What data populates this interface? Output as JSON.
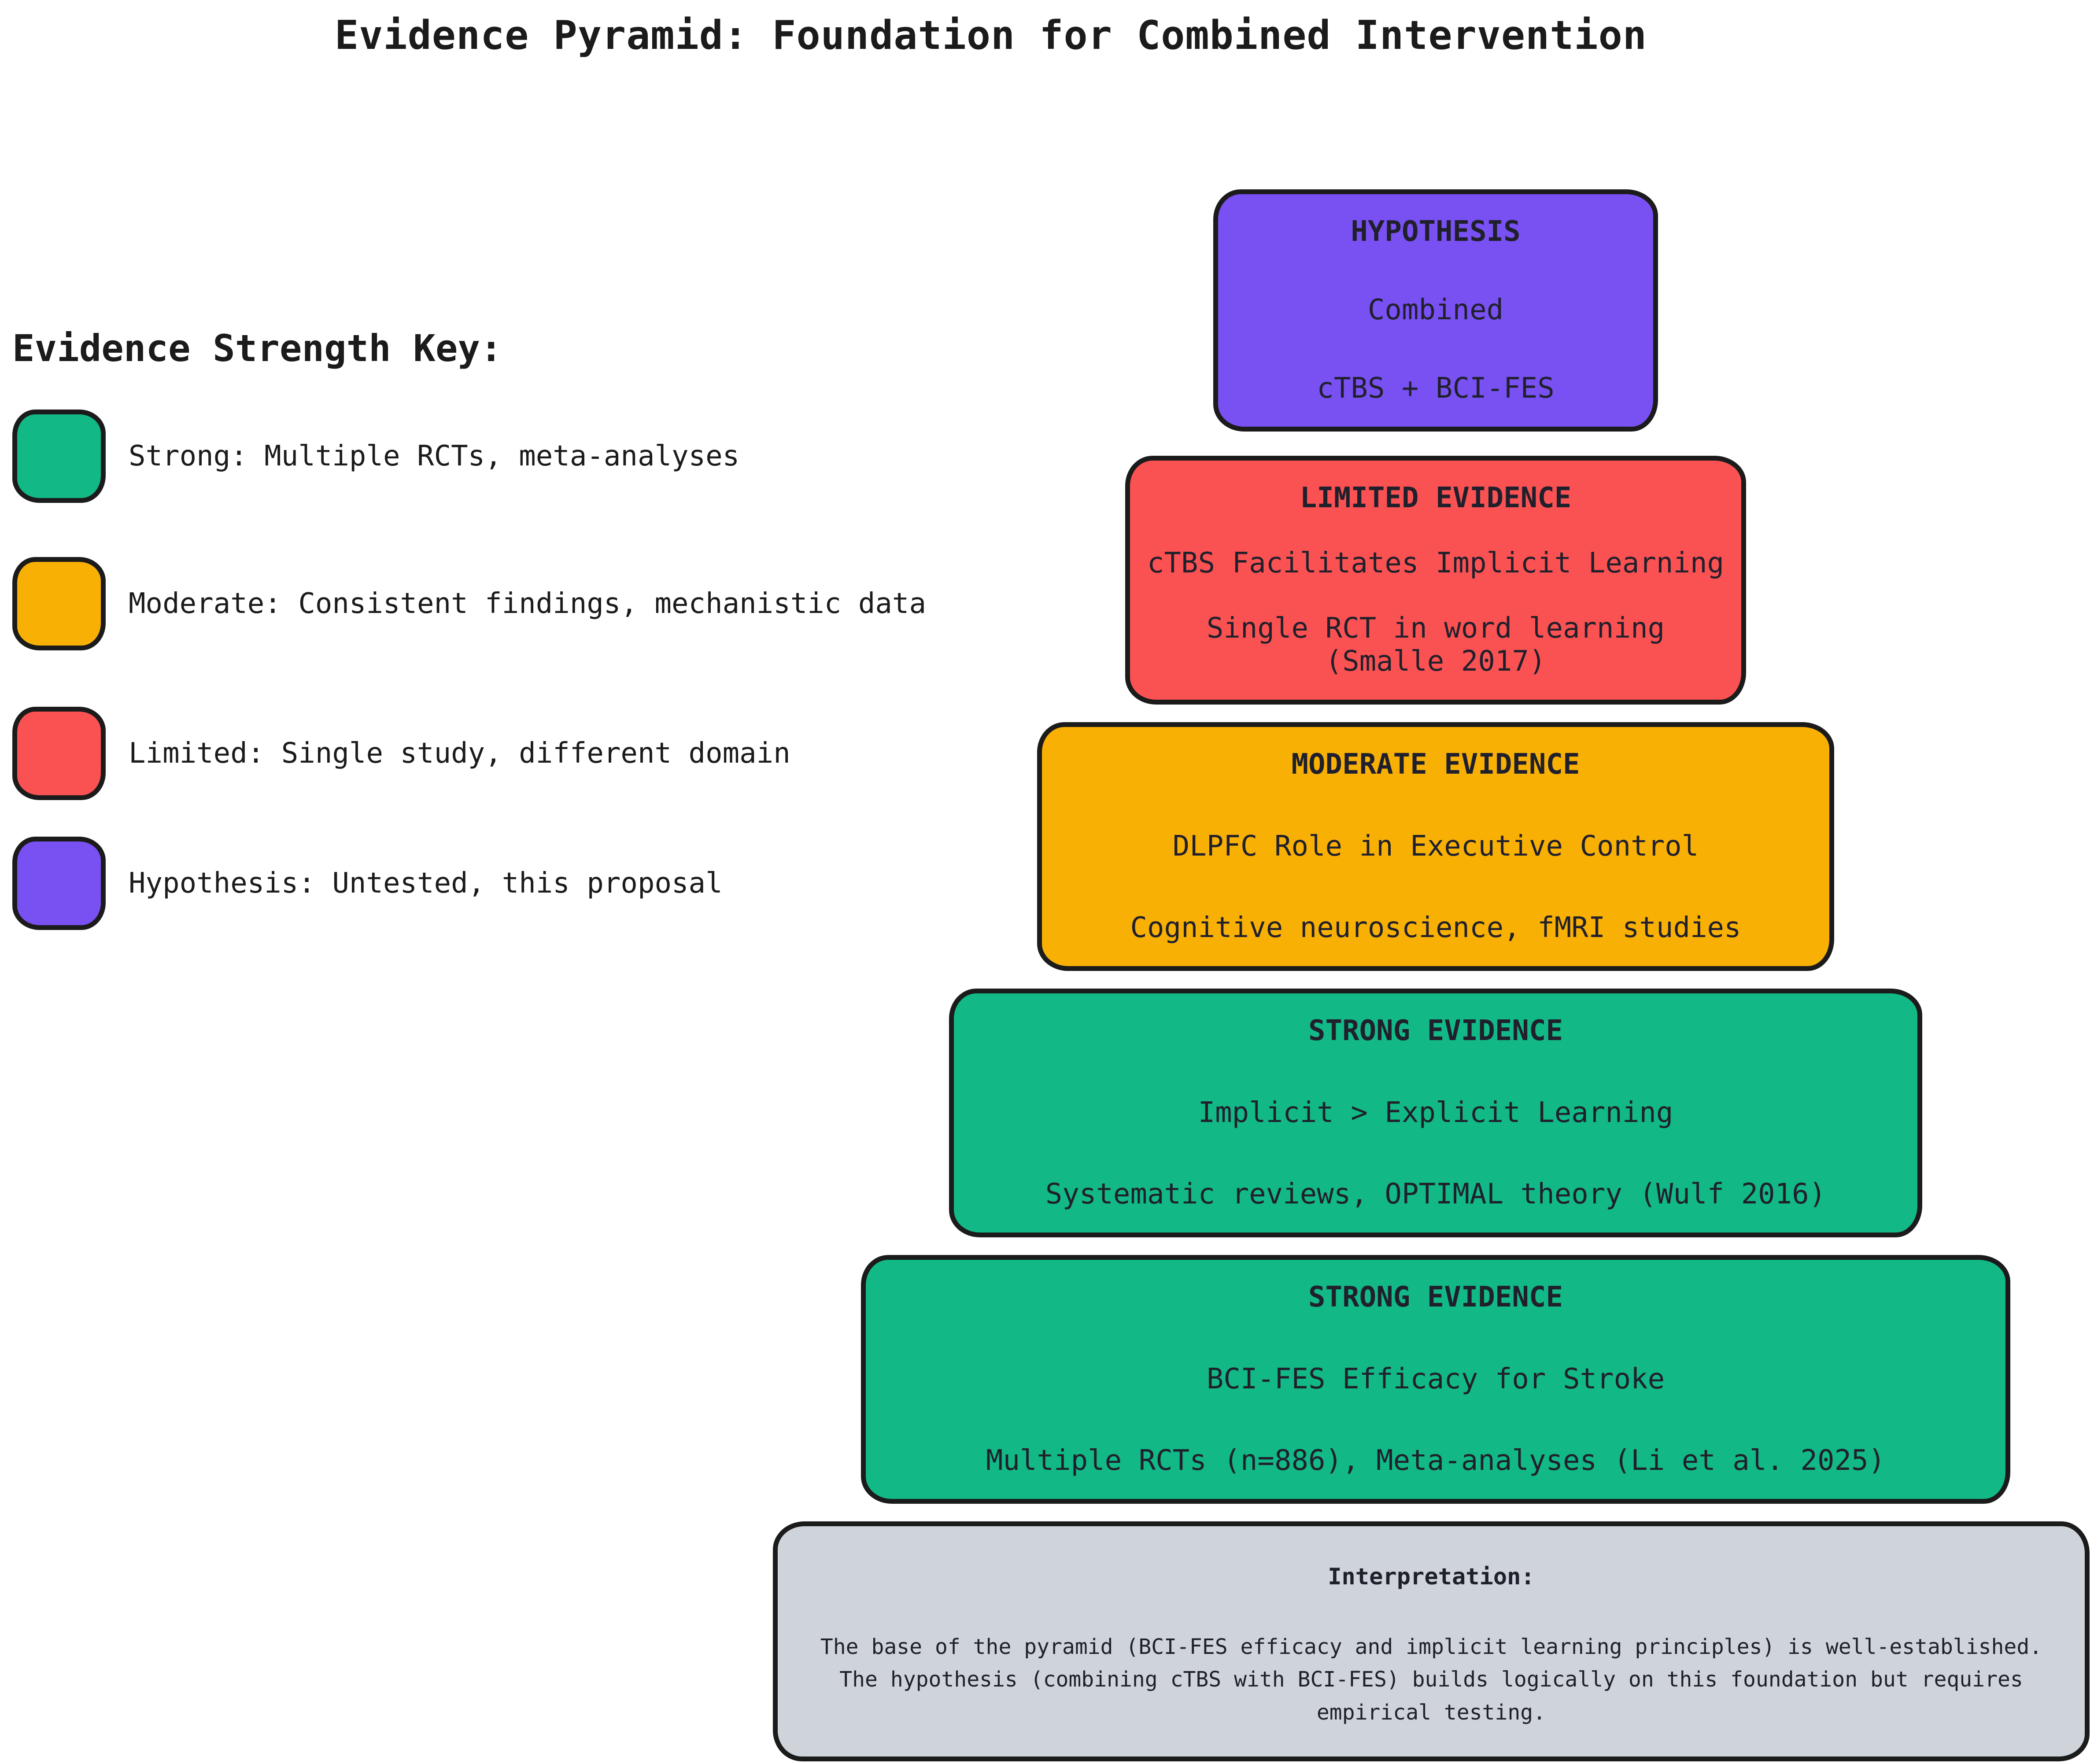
{
  "title": "Evidence Pyramid: Foundation for Combined Intervention",
  "colors": {
    "ink": "#1b1b1b",
    "strong": "#12b886",
    "moderate": "#f9b005",
    "limited": "#fa5252",
    "hypothesis": "#7950f2",
    "interpretation_bg": "#ced4da"
  },
  "legend": {
    "heading": "Evidence Strength Key:",
    "items": [
      {
        "label": "Strong: Multiple RCTs, meta-analyses",
        "color": "#12b886"
      },
      {
        "label": "Moderate: Consistent findings, mechanistic data",
        "color": "#f9b005"
      },
      {
        "label": "Limited: Single study, different domain",
        "color": "#fa5252"
      },
      {
        "label": "Hypothesis: Untested, this proposal",
        "color": "#7950f2"
      }
    ]
  },
  "pyramid": {
    "levels": [
      {
        "heading": "HYPOTHESIS",
        "line1": "Combined",
        "line2": "cTBS + BCI-FES",
        "strength": "hypothesis",
        "color": "#7950f2"
      },
      {
        "heading": "LIMITED EVIDENCE",
        "line1": "cTBS Facilitates Implicit Learning",
        "line2": "Single RCT in word learning\n(Smalle 2017)",
        "strength": "limited",
        "color": "#fa5252"
      },
      {
        "heading": "MODERATE EVIDENCE",
        "line1": "DLPFC Role in Executive Control",
        "line2": "Cognitive neuroscience, fMRI studies",
        "strength": "moderate",
        "color": "#f9b005"
      },
      {
        "heading": "STRONG EVIDENCE",
        "line1": "Implicit > Explicit Learning",
        "line2": "Systematic reviews, OPTIMAL theory (Wulf 2016)",
        "strength": "strong",
        "color": "#12b886"
      },
      {
        "heading": "STRONG EVIDENCE",
        "line1": "BCI-FES Efficacy for Stroke",
        "line2": "Multiple RCTs (n=886), Meta-analyses (Li et al. 2025)",
        "strength": "strong",
        "color": "#12b886"
      }
    ]
  },
  "interpretation": {
    "heading": "Interpretation:",
    "body": "The base of the pyramid (BCI-FES efficacy and implicit learning principles) is well-established.\nThe hypothesis (combining cTBS with BCI-FES) builds logically on this foundation but requires\nempirical testing.",
    "background": "#ced4da"
  }
}
